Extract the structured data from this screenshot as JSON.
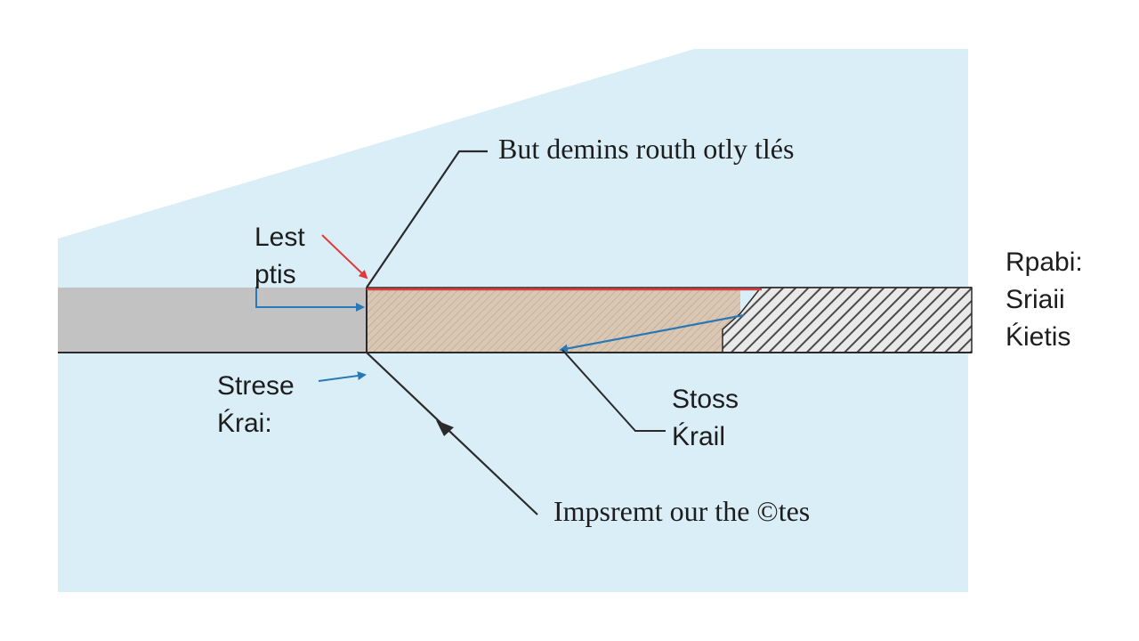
{
  "colors": {
    "background_panel": "#daeef8",
    "left_block": "#c2c2c2",
    "middle_block": "#d9c7b4",
    "right_block_hatch": "#5a5a5a",
    "red_line": "#e03a3a",
    "blue_arrow": "#2a78b5",
    "leader_line": "#2a2a2a"
  },
  "labels": {
    "top_callout": "But demins routh otly tlés",
    "left_upper_line1": "Lest",
    "left_upper_line2": "ptis",
    "left_lower_line1": "Strese",
    "left_lower_line2": "Ḱrai:",
    "middle_lower_line1": "Stoss",
    "middle_lower_line2": "Ḱrail",
    "right_line1": "Rpabi:",
    "right_line2": "Sriaii",
    "right_line3": "Ḱietis",
    "bottom_callout": "Impsremt our the ©tes"
  }
}
